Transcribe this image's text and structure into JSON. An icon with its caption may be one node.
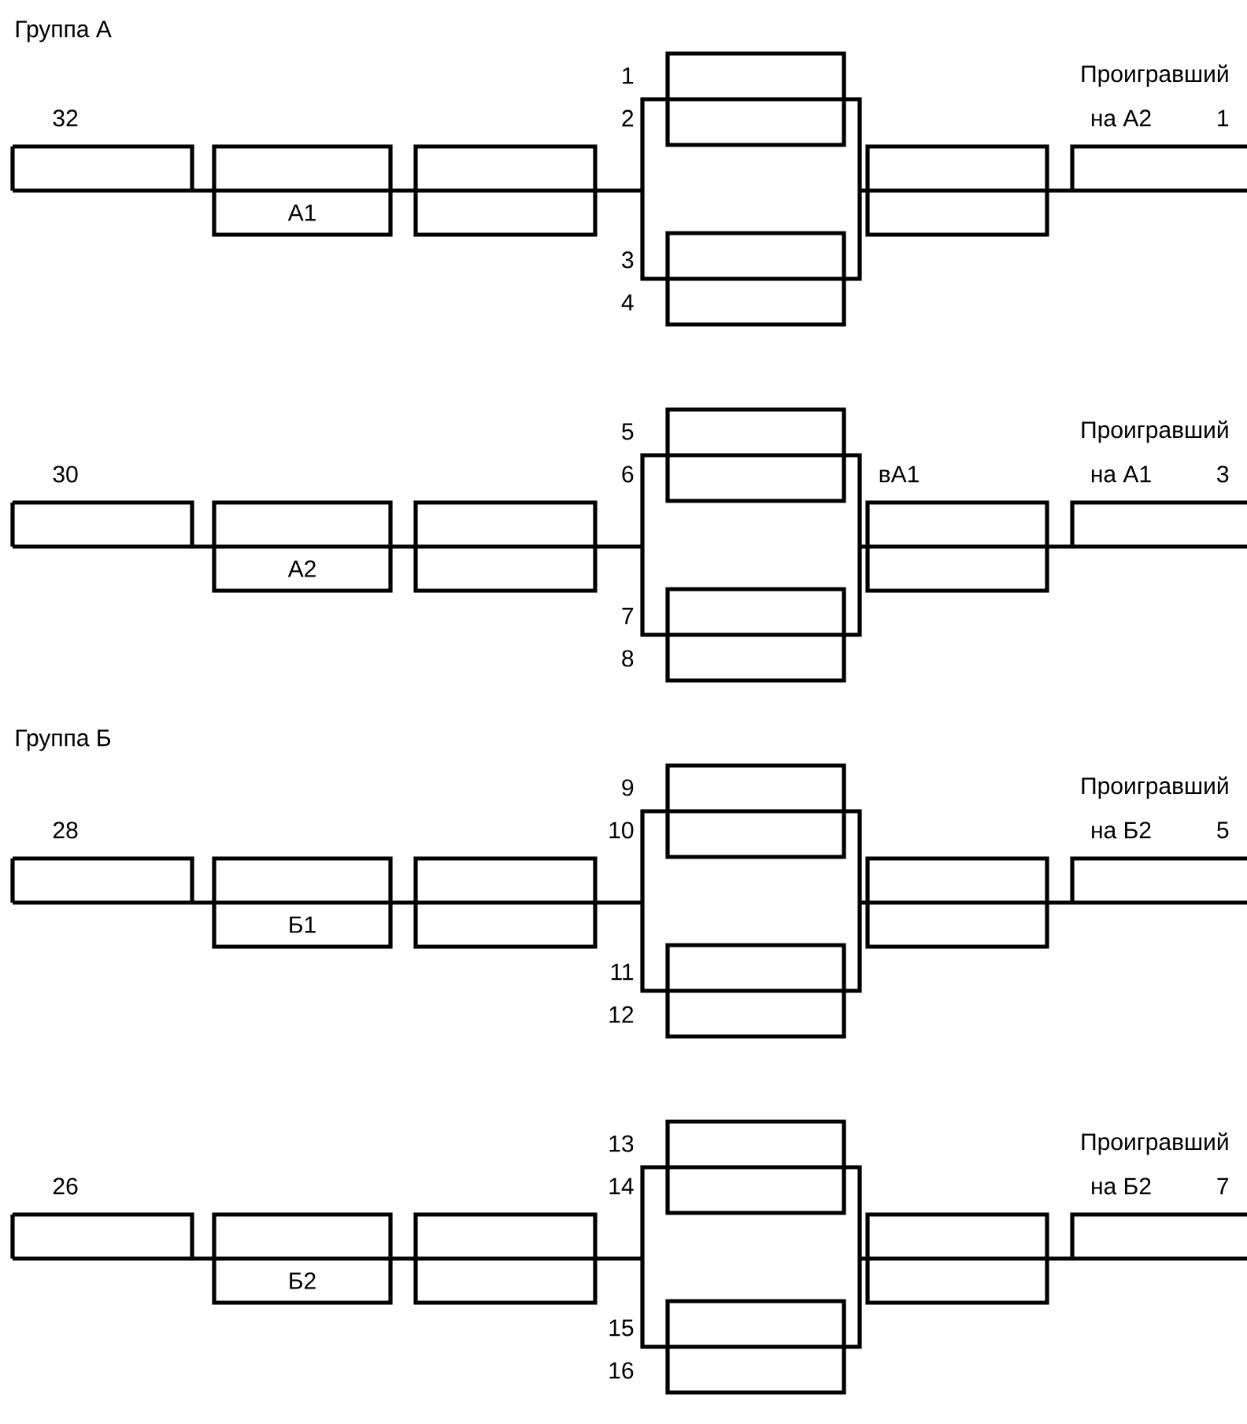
{
  "diagram": {
    "labels": [
      "Группа А",
      "1",
      "Проигравший",
      "32",
      "2",
      "на А2",
      "1",
      "А1",
      "3",
      "4",
      "5",
      "Проигравший",
      "30",
      "6",
      "вА1",
      "на А1",
      "3",
      "А2",
      "7",
      "8",
      "Группа Б",
      "9",
      "Проигравший",
      "28",
      "10",
      "на Б2",
      "5",
      "Б1",
      "11",
      "12",
      "13",
      "Проигравший",
      "26",
      "14",
      "на Б2",
      "7",
      "Б2",
      "15",
      "16"
    ]
  }
}
